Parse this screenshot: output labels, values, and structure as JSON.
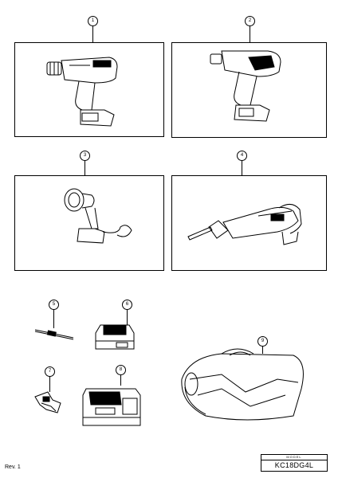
{
  "callouts": {
    "c1": "1",
    "c2": "2",
    "c3": "3",
    "c4": "4",
    "c5": "5",
    "c6": "6",
    "c7": "7",
    "c8": "8",
    "c9": "9"
  },
  "footer": {
    "revision": "Rev. 1",
    "model_header": "MODEL",
    "model_number": "KC18DG4L"
  }
}
